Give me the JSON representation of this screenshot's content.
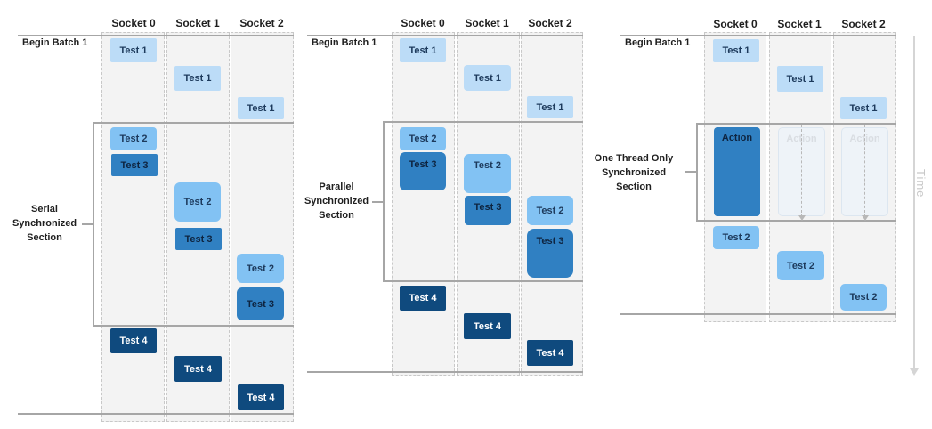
{
  "headers": [
    "Socket 0",
    "Socket 1",
    "Socket 2"
  ],
  "batch_label": "Begin Batch 1",
  "test_labels": {
    "t1": "Test 1",
    "t2": "Test 2",
    "t3": "Test 3",
    "t4": "Test 4"
  },
  "action_label": "Action",
  "panels": {
    "serial": {
      "section_label": "Serial\nSynchronized\nSection"
    },
    "parallel": {
      "section_label": "Parallel\nSynchronized\nSection"
    },
    "one_thread": {
      "section_label": "One Thread Only\nSynchronized\nSection"
    }
  },
  "time_label": "Time",
  "colors": {
    "test1": "#bcdcf7",
    "test2": "#82c2f3",
    "test3": "#3080c2",
    "test4": "#0f4a7e",
    "column_bg": "#f3f3f3",
    "line": "#a6a6a6"
  }
}
